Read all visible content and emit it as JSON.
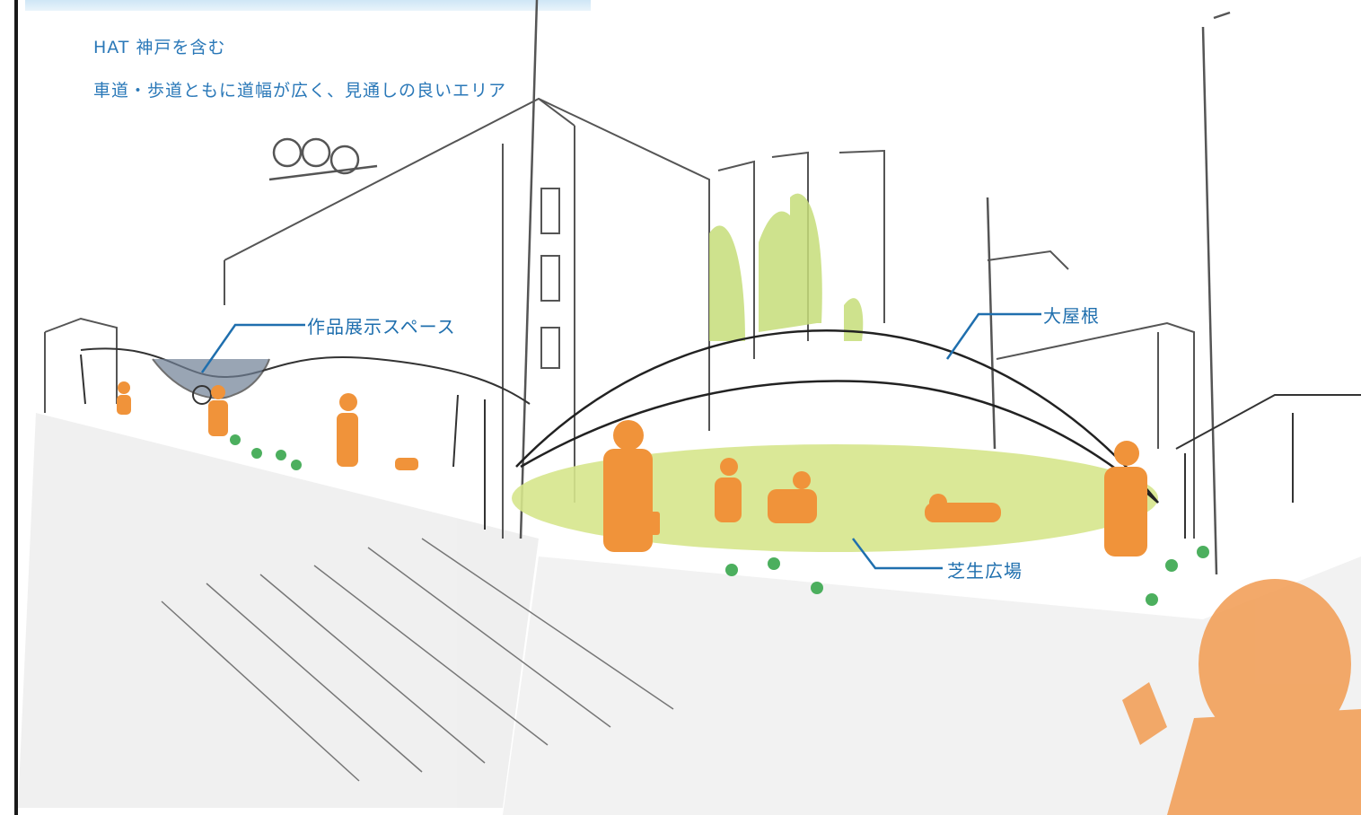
{
  "caption": {
    "line1": "HAT 神戸を含む",
    "line2": "車道・歩道ともに道幅が広く、見通しの良いエリア"
  },
  "labels": {
    "exhibit_space": "作品展示スペース",
    "big_roof": "大屋根",
    "lawn_plaza": "芝生広場"
  },
  "colors": {
    "caption_text": "#2a78b8",
    "leader_line": "#1f6fae",
    "figure_orange": "#f0933a",
    "lawn_green": "#c8dc6a",
    "tree_green": "#b9d66a",
    "handprint_green": "#4caf5e",
    "pencil": "#555555"
  }
}
